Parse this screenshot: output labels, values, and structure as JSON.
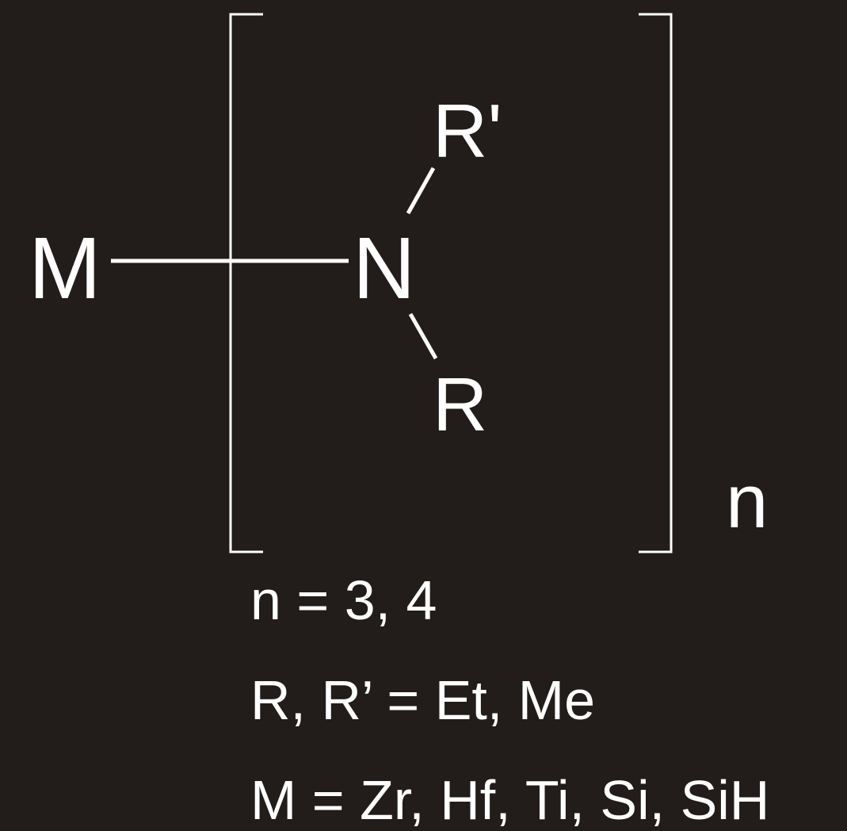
{
  "structure": {
    "central_atom": "M",
    "ligand_atom": "N",
    "substituent_top": "R'",
    "substituent_bottom": "R",
    "repeat_subscript": "n"
  },
  "legend": {
    "line1": "n = 3, 4",
    "line2": "R, R’  = Et, Me",
    "line3": "M = Zr, Hf, Ti, Si, SiH"
  },
  "colors": {
    "background": "#221c1b",
    "foreground": "#ffffff"
  }
}
